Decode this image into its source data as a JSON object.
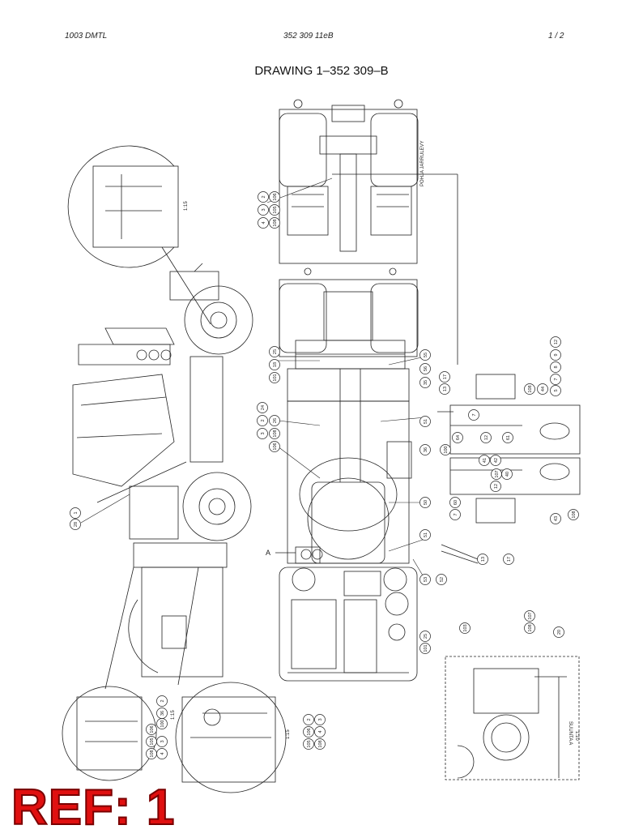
{
  "header": {
    "left": "1003 DMTL",
    "center": "352 309 11eB",
    "right": "1 /   2"
  },
  "title": "DRAWING 1–352 309–B",
  "stamp": "REF: 1",
  "annotations": {
    "scale_top": "1:15",
    "scale_bl": "1:15",
    "scale_bc": "1:15",
    "scale_br": "1:10",
    "view_label": "SUUNTA A",
    "frame_note": "POHJA JARRULEVY",
    "arrow_a": "A"
  },
  "balloons": {
    "top_left": [
      "2",
      "3",
      "4",
      "108",
      "105",
      "106"
    ],
    "left_mid": [
      "28",
      "1"
    ],
    "center_a": [
      "25",
      "18",
      "101"
    ],
    "center_b": [
      "24",
      "2",
      "3",
      "26",
      "108",
      "106"
    ],
    "right_col": [
      "55",
      "56",
      "35",
      "51",
      "36",
      "50",
      "51",
      "53",
      "52"
    ],
    "far_right": [
      "12",
      "9",
      "8",
      "7",
      "5",
      "44",
      "108",
      "43",
      "108"
    ],
    "mid_right": [
      "17",
      "13",
      "7",
      "12",
      "61",
      "64",
      "100",
      "42",
      "41",
      "107",
      "40",
      "12",
      "7",
      "60",
      "17",
      "13"
    ],
    "bottom_right": [
      "25",
      "101",
      "103",
      "108",
      "107",
      "20"
    ],
    "bottom_left": [
      "100",
      "36",
      "2",
      "3",
      "4",
      "108",
      "105",
      "106"
    ],
    "bottom_center": [
      "2",
      "3",
      "4",
      "108",
      "105",
      "106"
    ]
  }
}
